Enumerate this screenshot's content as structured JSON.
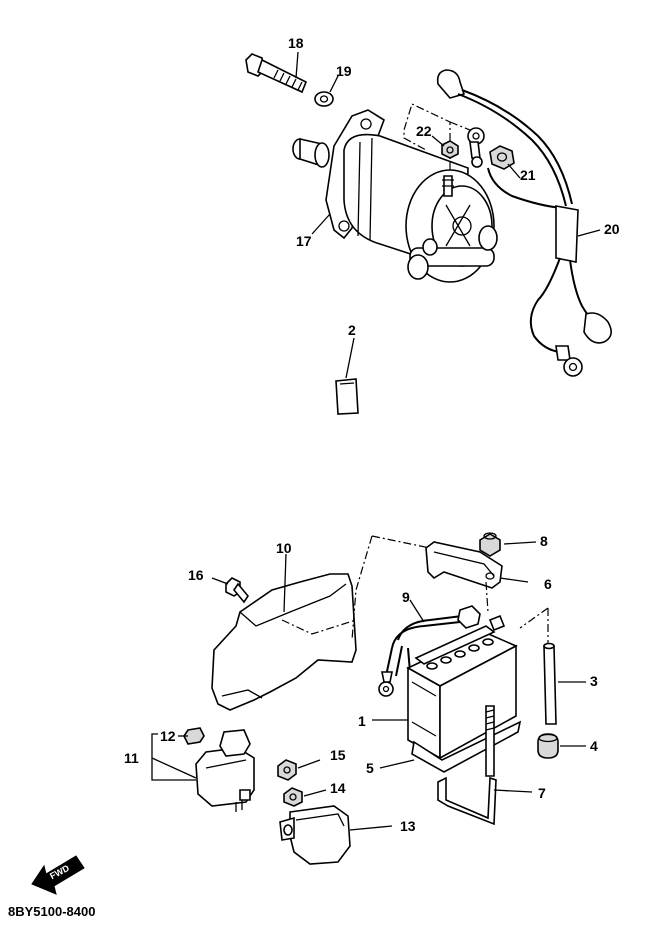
{
  "parts": [
    {
      "number": "1",
      "name": "battery"
    },
    {
      "number": "2",
      "name": "label"
    },
    {
      "number": "3",
      "name": "breather-pipe"
    },
    {
      "number": "4",
      "name": "grommet"
    },
    {
      "number": "5",
      "name": "battery-pad"
    },
    {
      "number": "6",
      "name": "battery-holder"
    },
    {
      "number": "7",
      "name": "battery-band-bolt"
    },
    {
      "number": "8",
      "name": "nut"
    },
    {
      "number": "9",
      "name": "battery-lead"
    },
    {
      "number": "10",
      "name": "battery-cover"
    },
    {
      "number": "11",
      "name": "relay-assembly"
    },
    {
      "number": "12",
      "name": "fuse"
    },
    {
      "number": "13",
      "name": "starter-relay"
    },
    {
      "number": "14",
      "name": "nut"
    },
    {
      "number": "15",
      "name": "nut"
    },
    {
      "number": "16",
      "name": "bolt"
    },
    {
      "number": "17",
      "name": "starter-motor"
    },
    {
      "number": "18",
      "name": "bolt"
    },
    {
      "number": "19",
      "name": "washer"
    },
    {
      "number": "20",
      "name": "starter-cable"
    },
    {
      "number": "21",
      "name": "nut"
    },
    {
      "number": "22",
      "name": "nut"
    }
  ],
  "labels": {
    "l1": "1",
    "l2": "2",
    "l3": "3",
    "l4": "4",
    "l5": "5",
    "l6": "6",
    "l7": "7",
    "l8": "8",
    "l9": "9",
    "l10": "10",
    "l11": "11",
    "l12": "12",
    "l13": "13",
    "l14": "14",
    "l15": "15",
    "l16": "16",
    "l17": "17",
    "l18": "18",
    "l19": "19",
    "l20": "20",
    "l21": "21",
    "l22": "22"
  },
  "fwd_badge": "FWD",
  "drawing_id": "8BY5100-8400"
}
